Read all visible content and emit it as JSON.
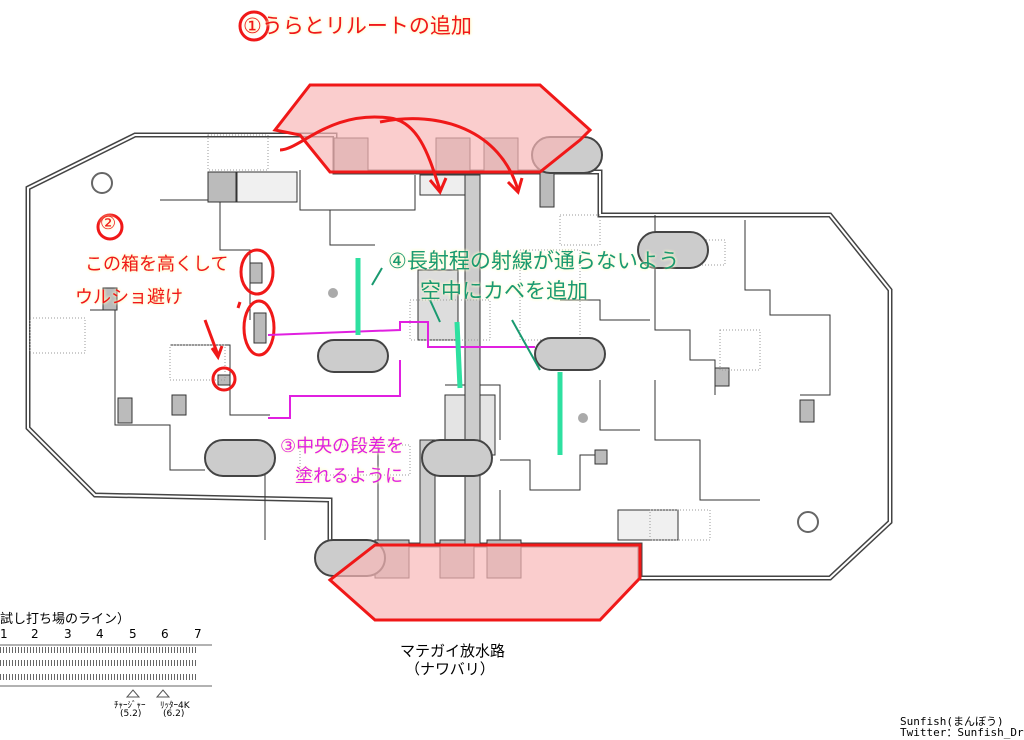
{
  "map": {
    "name": "マテガイ放水路",
    "subtitle": "（ナワバリ）"
  },
  "annotations": {
    "a1": "①うらとリルートの追加",
    "a2_num": "②",
    "a2_line1": "この箱を高くして",
    "a2_line2": "ウルショ避け",
    "a3_line1": "③中央の段差を",
    "a3_line2": "塗れるように",
    "a4_line1": "④長射程の射線が通らないよう",
    "a4_line2": "空中にカベを追加"
  },
  "legend": {
    "title": "試し打ち場のライン）",
    "ticks": [
      "1",
      "2",
      "3",
      "4",
      "5",
      "6",
      "7"
    ],
    "markers": [
      {
        "label": "ﾁｬｰｼﾞｬｰ",
        "value": "(5.2)"
      },
      {
        "label": "ﾘｯﾀｰ4K",
        "value": "(6.2)"
      }
    ]
  },
  "credit": {
    "line1": "Sunfish(まんぼう)",
    "line2": "Twitter：Sunfish_Drawing"
  },
  "colors": {
    "red": "#f01818",
    "green": "#2ee0a0",
    "magenta": "#e020e0",
    "pink_fill": "#f8b8b8"
  }
}
